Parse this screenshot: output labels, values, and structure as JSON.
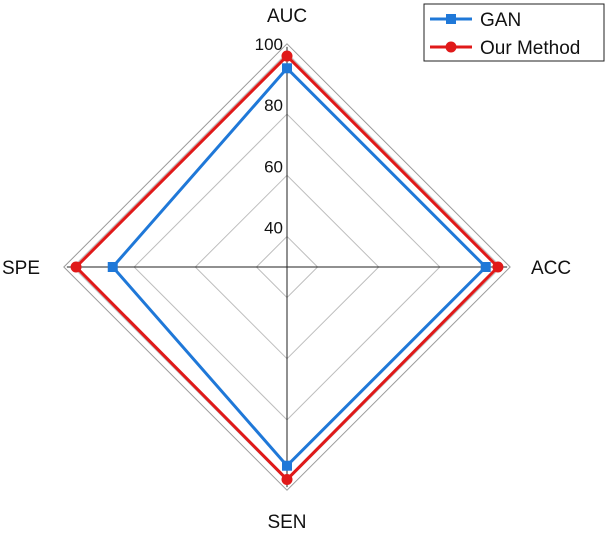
{
  "chart_data": {
    "type": "radar",
    "axes": [
      "AUC",
      "ACC",
      "SEN",
      "SPE"
    ],
    "rlim": [
      30,
      100
    ],
    "ticks": [
      40,
      60,
      80,
      100
    ],
    "tick_labels": [
      "40",
      "60",
      "80",
      "100"
    ],
    "grid": true,
    "legend_position": "top-right",
    "series": [
      {
        "name": "GAN",
        "values": [
          95,
          95,
          95,
          87
        ],
        "color": "#1f78d8",
        "marker": "square"
      },
      {
        "name": "Our Method",
        "values": [
          99,
          99,
          99.5,
          99
        ],
        "color": "#e01919",
        "marker": "circle"
      }
    ]
  }
}
